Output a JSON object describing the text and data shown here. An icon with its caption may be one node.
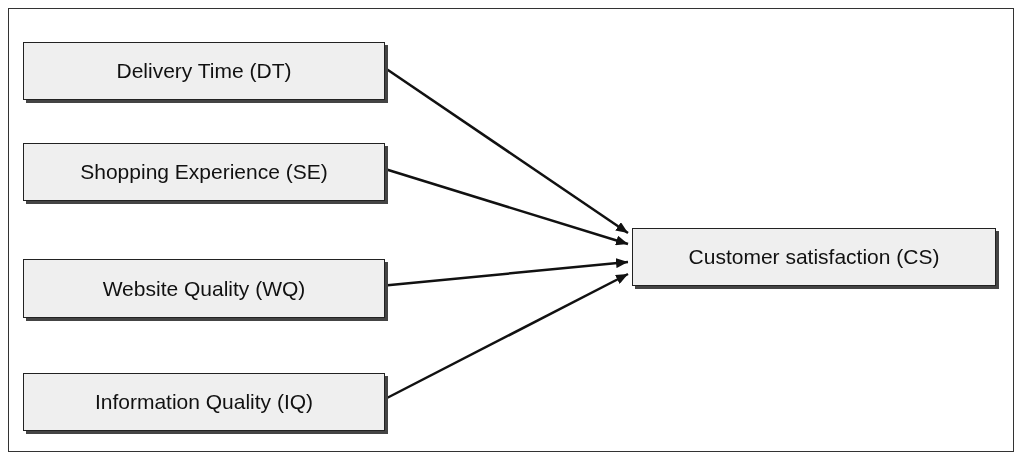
{
  "diagram": {
    "nodes": [
      {
        "text": [
          "Delivery Time (DT)"
        ]
      },
      {
        "text": [
          "Shopping Experience (SE)"
        ]
      },
      {
        "text": [
          "Website Quality (WQ)"
        ]
      },
      {
        "text": [
          "Information Quality (IQ)"
        ]
      },
      {
        "text": [
          "Customer satisfaction (CS)"
        ]
      }
    ],
    "edges": [
      {
        "from": 0,
        "to": 4,
        "arrow": "to"
      },
      {
        "from": 1,
        "to": 4,
        "arrow": "to"
      },
      {
        "from": 2,
        "to": 4,
        "arrow": "to"
      },
      {
        "from": 3,
        "to": 4,
        "arrow": "to"
      }
    ]
  }
}
